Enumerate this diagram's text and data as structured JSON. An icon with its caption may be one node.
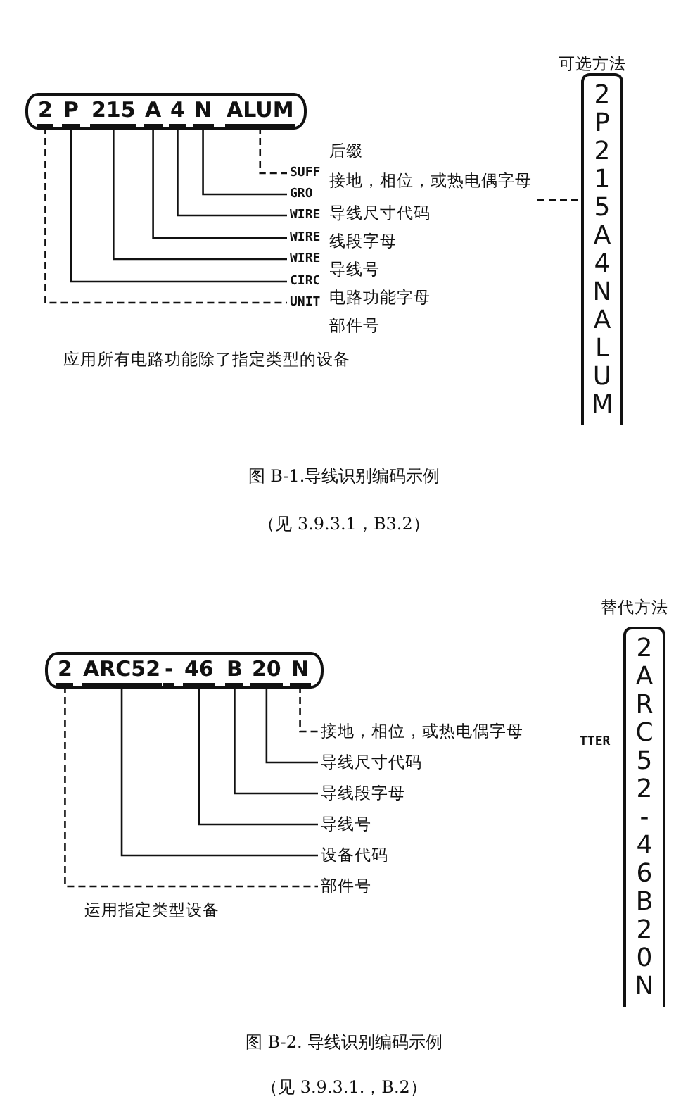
{
  "diagram": {
    "nodes": [
      {
        "text": [],
        "shape": "bar"
      },
      {
        "text": [
          "2"
        ],
        "in": 0
      },
      {
        "text": [
          "P"
        ],
        "in": 0
      },
      {
        "text": [
          "215"
        ],
        "in": 0
      },
      {
        "text": [
          "A"
        ],
        "in": 0
      },
      {
        "text": [
          "4"
        ],
        "in": 0
      },
      {
        "text": [
          "N"
        ],
        "in": 0
      },
      {
        "text": [
          "ALUM"
        ],
        "in": 0
      },
      {
        "text": [
          "SUFF"
        ]
      },
      {
        "text": [
          "GRO"
        ]
      },
      {
        "text": [
          "WIRE"
        ]
      },
      {
        "text": [
          "WIRE"
        ]
      },
      {
        "text": [
          "WIRE"
        ]
      },
      {
        "text": [
          "CIRC"
        ]
      },
      {
        "text": [
          "UNIT"
        ]
      },
      {
        "text": [
          "可选方法",
          "2P215A4NALUM"
        ]
      },
      {
        "text": [],
        "shape": "bar"
      },
      {
        "text": [
          "2"
        ],
        "in": 16
      },
      {
        "text": [
          "ARC52"
        ],
        "in": 16
      },
      {
        "text": [
          "-"
        ],
        "in": 16
      },
      {
        "text": [
          "46"
        ],
        "in": 16
      },
      {
        "text": [
          "B"
        ],
        "in": 16
      },
      {
        "text": [
          "20"
        ],
        "in": 16
      },
      {
        "text": [
          "N"
        ],
        "in": 16
      },
      {
        "text": [
          "接地，相位，或热电偶字母"
        ]
      },
      {
        "text": [
          "导线尺寸代码"
        ]
      },
      {
        "text": [
          "导线段字母"
        ]
      },
      {
        "text": [
          "导线号"
        ]
      },
      {
        "text": [
          "设备代码"
        ]
      },
      {
        "text": [
          "部件号"
        ]
      },
      {
        "text": [
          "替代方法",
          "2ARC52-46B20N"
        ]
      }
    ],
    "edges": [
      {
        "from": 7,
        "to": 8,
        "arrow": "none",
        "style": "dashed"
      },
      {
        "from": 6,
        "to": 9,
        "arrow": "none"
      },
      {
        "from": 5,
        "to": 10,
        "arrow": "none"
      },
      {
        "from": 4,
        "to": 11,
        "arrow": "none"
      },
      {
        "from": 3,
        "to": 12,
        "arrow": "none"
      },
      {
        "from": 2,
        "to": 13,
        "arrow": "none"
      },
      {
        "from": 1,
        "to": 14,
        "arrow": "none",
        "style": "dashed"
      },
      {
        "from": null,
        "to": 15,
        "arrow": "none",
        "style": "dashed"
      },
      {
        "from": 23,
        "to": 24,
        "arrow": "none",
        "style": "dashed"
      },
      {
        "from": 22,
        "to": 25,
        "arrow": "none"
      },
      {
        "from": 21,
        "to": 26,
        "arrow": "none"
      },
      {
        "from": 20,
        "to": 27,
        "arrow": "none"
      },
      {
        "from": 18,
        "to": 28,
        "arrow": "none"
      },
      {
        "from": 17,
        "to": 29,
        "arrow": "none",
        "style": "dashed"
      }
    ],
    "labels": [
      "后缀",
      "接地，相位，或热电偶字母",
      "导线尺寸代码",
      "线段字母",
      "导线号",
      "电路功能字母",
      "部件号",
      "应用所有电路功能除了指定类型的设备",
      "图 B-1.导线识别编码示例",
      "（见 3.9.3.1，B3.2）",
      "TTER",
      "运用指定类型设备",
      "图 B-2. 导线识别编码示例",
      "（见 3.9.3.1.，B.2）"
    ]
  }
}
